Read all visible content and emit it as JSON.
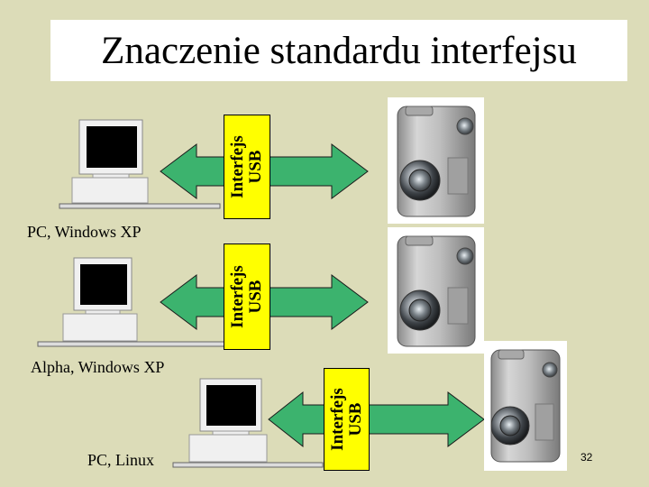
{
  "slide": {
    "title": "Znaczenie standardu interfejsu",
    "page_number": "32"
  },
  "rows": [
    {
      "computer_label": "PC, Windows XP",
      "interface_line1": "Interfejs",
      "interface_line2": "USB"
    },
    {
      "computer_label": "Alpha, Windows XP",
      "interface_line1": "Interfejs",
      "interface_line2": "USB"
    },
    {
      "computer_label": "PC, Linux",
      "interface_line1": "Interfejs",
      "interface_line2": "USB"
    }
  ],
  "colors": {
    "background": "#dcdcb8",
    "arrow": "#3cb36e",
    "interface_box": "#ffff00"
  }
}
